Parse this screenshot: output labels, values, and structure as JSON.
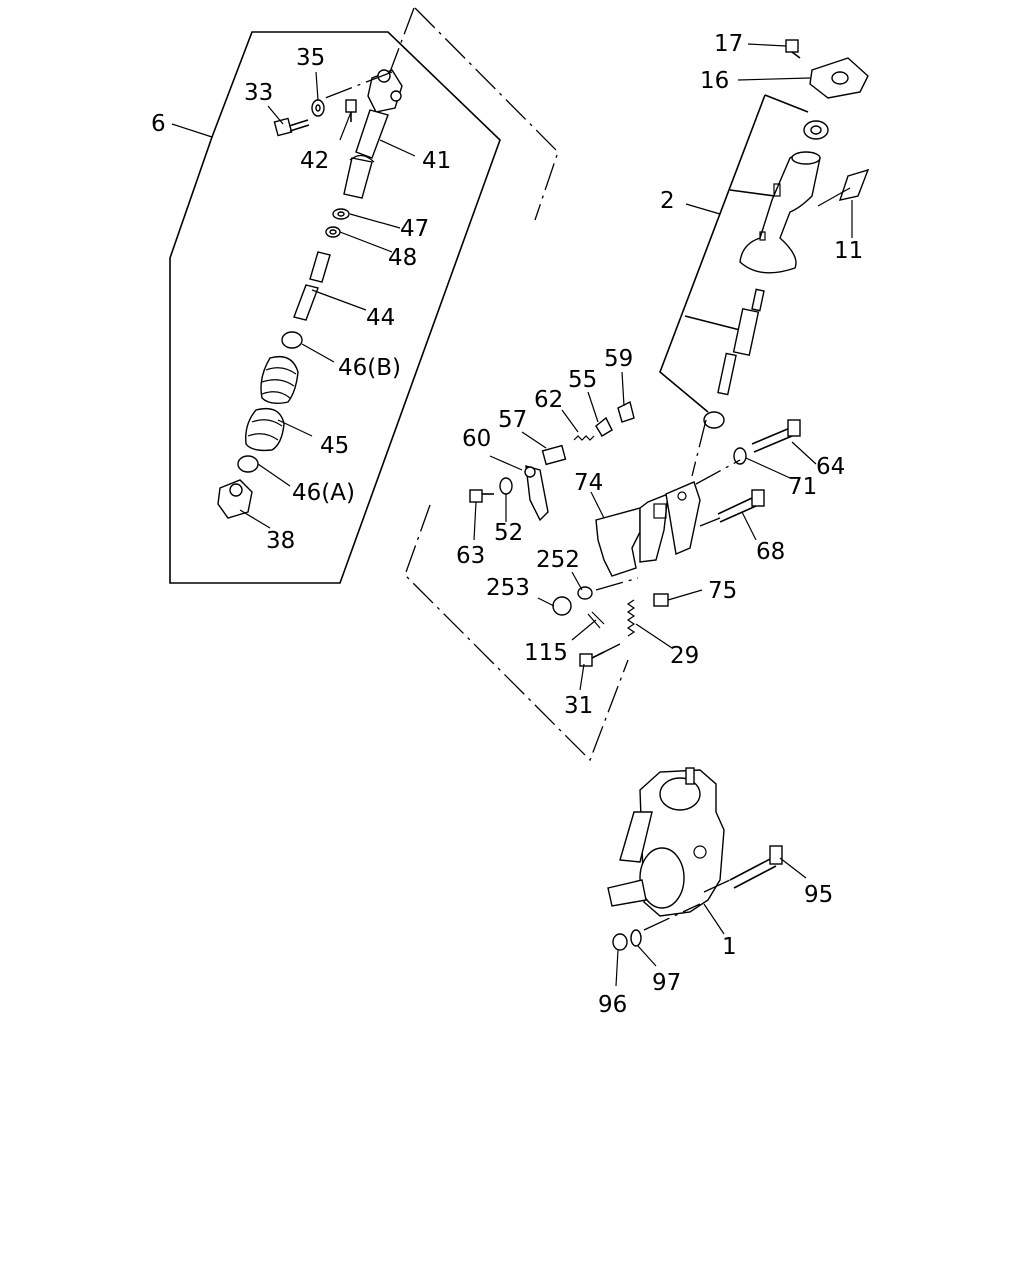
{
  "part_labels": {
    "p1": "1",
    "p2": "2",
    "p6": "6",
    "p11": "11",
    "p16": "16",
    "p17": "17",
    "p29": "29",
    "p31": "31",
    "p33": "33",
    "p35": "35",
    "p38": "38",
    "p41": "41",
    "p42": "42",
    "p44": "44",
    "p45": "45",
    "p46a": "46(A)",
    "p46b": "46(B)",
    "p47": "47",
    "p48": "48",
    "p52": "52",
    "p55": "55",
    "p57": "57",
    "p59": "59",
    "p60": "60",
    "p62": "62",
    "p63": "63",
    "p64": "64",
    "p68": "68",
    "p71": "71",
    "p74": "74",
    "p75": "75",
    "p95": "95",
    "p96": "96",
    "p97": "97",
    "p115": "115",
    "p252": "252",
    "p253": "253"
  }
}
